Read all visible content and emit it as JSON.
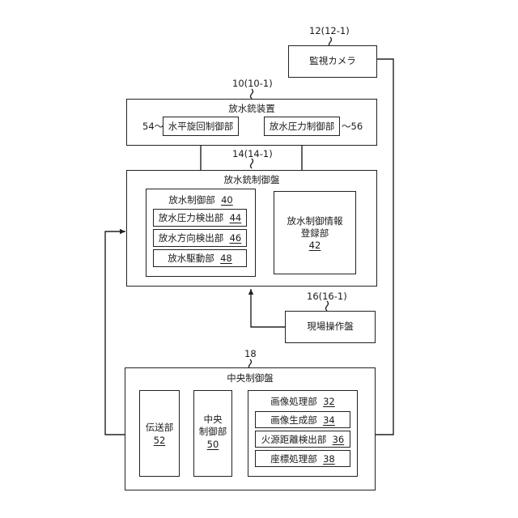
{
  "camera": {
    "ref": "12(12-1)",
    "label": "監視カメラ"
  },
  "nozzle_device": {
    "ref": "10(10-1)",
    "label": "放水銃装置",
    "horizontal": {
      "num": "54",
      "label": "水平旋回制御部"
    },
    "pressure": {
      "num": "56",
      "label": "放水圧力制御部"
    }
  },
  "nozzle_panel": {
    "ref": "14(14-1)",
    "label": "放水銃制御盤",
    "control_unit": {
      "label": "放水制御部",
      "num": "40"
    },
    "pressure_detect": {
      "label": "放水圧力検出部",
      "num": "44"
    },
    "direction_detect": {
      "label": "放水方向検出部",
      "num": "46"
    },
    "drive": {
      "label": "放水駆動部",
      "num": "48"
    },
    "info_register": {
      "line1": "放水制御情報",
      "line2": "登録部",
      "num": "42"
    }
  },
  "field_panel": {
    "ref": "16(16-1)",
    "label": "現場操作盤"
  },
  "central_panel": {
    "ref": "18",
    "label": "中央制御盤",
    "transmission": {
      "label": "伝送部",
      "num": "52"
    },
    "central_control": {
      "line1": "中央",
      "line2": "制御部",
      "num": "50"
    },
    "image_processing": {
      "label": "画像処理部",
      "num": "32"
    },
    "image_generation": {
      "label": "画像生成部",
      "num": "34"
    },
    "fire_distance": {
      "label": "火源距離検出部",
      "num": "36"
    },
    "coordinate": {
      "label": "座標処理部",
      "num": "38"
    }
  }
}
